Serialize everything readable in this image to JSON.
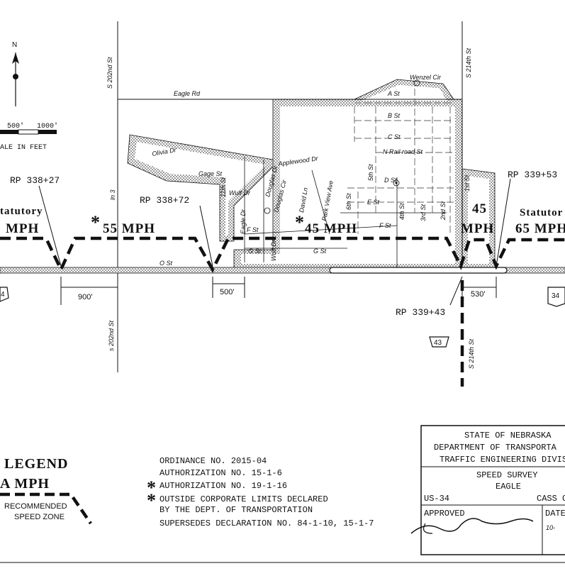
{
  "compass": {
    "north_label": "N"
  },
  "scale_bar": {
    "tick_500": "500'",
    "tick_1000": "1000'",
    "caption": "ALE IN FEET"
  },
  "streets": {
    "s202_top": "S 202nd St",
    "s202_bottom": "s 202nd St",
    "s214_top": "S 214th St",
    "s214_bottom": "S 214th St",
    "eagle_rd": "Eagle Rd",
    "o_st": "O St",
    "ln3": "ln 3",
    "wenzel_cir": "Wenzel Cir",
    "a_st": "A St",
    "b_st": "B St",
    "c_st": "C St",
    "n_railroad": "N Rail road St",
    "d_st": "D St",
    "e_st": "E St",
    "f_st_left": "F St",
    "f_st_right": "F St",
    "g_st_left": "G St",
    "g_st_right": "G St",
    "olivia_dr": "Olivia Dr",
    "gage_st": "Gage St",
    "applewood_dr": "Applewood Dr",
    "douglas_dr": "Douglas Dr",
    "douglas_cir": "Douglas Cir",
    "david_ln": "David Ln",
    "park_view_ave": "Park View Ave",
    "wulf_dr_top": "Wulf Dr",
    "wulf_dr_bottom": "Wulf Dr",
    "eagle_dr": "Eagle Dr",
    "s11th": "11th St",
    "s5th": "5th St",
    "s6th": "6th St",
    "s4th": "4th St",
    "s3rd": "3rd St",
    "s2nd": "2nd St",
    "s1st": "1st St"
  },
  "reference_points": {
    "rp1": "RP 338+27",
    "rp2": "RP 338+72",
    "rp3": "RP 339+53",
    "rp4": "RP 339+43"
  },
  "dimensions": {
    "d900": "900'",
    "d500": "500'",
    "d530": "530'"
  },
  "speed_zones": {
    "statutory_left": "tatutory",
    "mph_left": "MPH",
    "zone_55": "55 MPH",
    "zone_45": "45 MPH",
    "zone_45b_num": "45",
    "zone_45b_mph": "MPH",
    "statutory_right": "Statutor",
    "zone_65": "65 MPH",
    "star": "*"
  },
  "shields": {
    "us34_left": "4",
    "us34_right": "34",
    "n43": "43"
  },
  "legend": {
    "title": "LEGEND",
    "sample": "A MPH",
    "recommended_line1": "RECOMMENDED",
    "recommended_line2": "SPEED ZONE"
  },
  "notes": {
    "ordinance": "ORDINANCE NO. 2015-04",
    "auth1": "AUTHORIZATION NO. 15-1-6",
    "auth2": "AUTHORIZATION NO. 19-1-16",
    "outside1": "OUTSIDE CORPORATE LIMITS DECLARED",
    "outside2": "BY THE DEPT. OF TRANSPORTATION",
    "supersedes": "SUPERSEDES DECLARATION NO. 84-1-10, 15-1-7"
  },
  "title_block": {
    "state": "STATE OF NEBRASKA",
    "department": "DEPARTMENT OF TRANSPORTA",
    "division": "TRAFFIC ENGINEERING DIVIS",
    "survey": "SPEED SURVEY",
    "town": "EAGLE",
    "route": "US-34",
    "county": "CASS C",
    "approved": "APPROVED",
    "date": "DATE",
    "date_value": "10-"
  }
}
